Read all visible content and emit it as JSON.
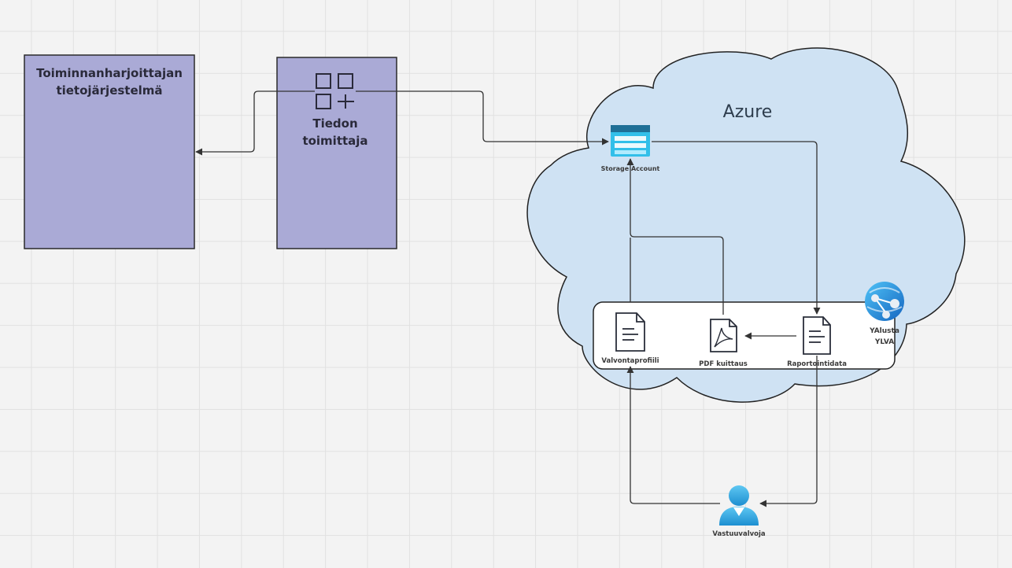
{
  "boxes": {
    "operator_system": {
      "line1": "Toiminnanharjoittajan",
      "line2": "tietojärjestelmä"
    },
    "data_provider": {
      "line1": "Tiedon",
      "line2": "toimittaja",
      "icon": "app-grid-icon"
    }
  },
  "cloud": {
    "title": "Azure"
  },
  "storage": {
    "label": "Storage Account",
    "icon": "storage-account-icon"
  },
  "platform": {
    "label_line1": "YAlusta",
    "label_line2": "YLVA",
    "icon": "web-app-globe-icon"
  },
  "documents": {
    "profile": {
      "label": "Valvontaprofiili",
      "icon": "document-icon"
    },
    "pdf": {
      "label": "PDF kuittaus",
      "icon": "pdf-document-icon"
    },
    "report": {
      "label": "Raportointidata",
      "icon": "document-icon"
    }
  },
  "person": {
    "label": "Vastuuvalvoja",
    "icon": "user-icon"
  },
  "colors": {
    "box_fill": "#aaaad6",
    "cloud_fill": "#cfe2f3",
    "storage_blue": "#32bfe9",
    "user_blue": "#2c9ad8",
    "line": "#333333"
  }
}
